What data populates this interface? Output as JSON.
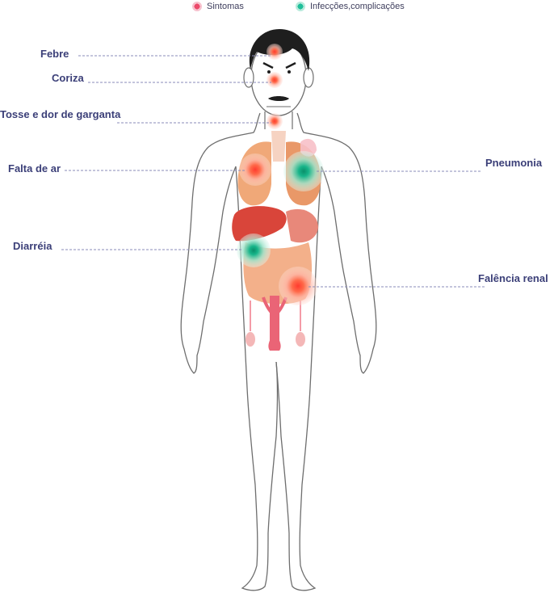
{
  "legend": [
    {
      "label": "Sintomas",
      "color": "#ec4a6b"
    },
    {
      "label": "Infecções,complicações",
      "color": "#1fbf9a"
    }
  ],
  "labels": {
    "febre": "Febre",
    "coriza": "Coriza",
    "tosse": "Tosse e dor de garganta",
    "falta_ar": "Falta de ar",
    "diarreia": "Diarréia",
    "pneumonia": "Pneumonia",
    "falencia": "Falência renal"
  },
  "colors": {
    "symptom": "#ec4a6b",
    "complication": "#1fbf9a",
    "label_text": "#3b3f78",
    "leader_line": "#8a8bb8",
    "body_outline": "#6e6e6e",
    "hair": "#1e1e1e",
    "lung": "#f0a878",
    "liver": "#d9453a",
    "intestine": "#f3b08a",
    "kidney": "#f07a8a"
  }
}
